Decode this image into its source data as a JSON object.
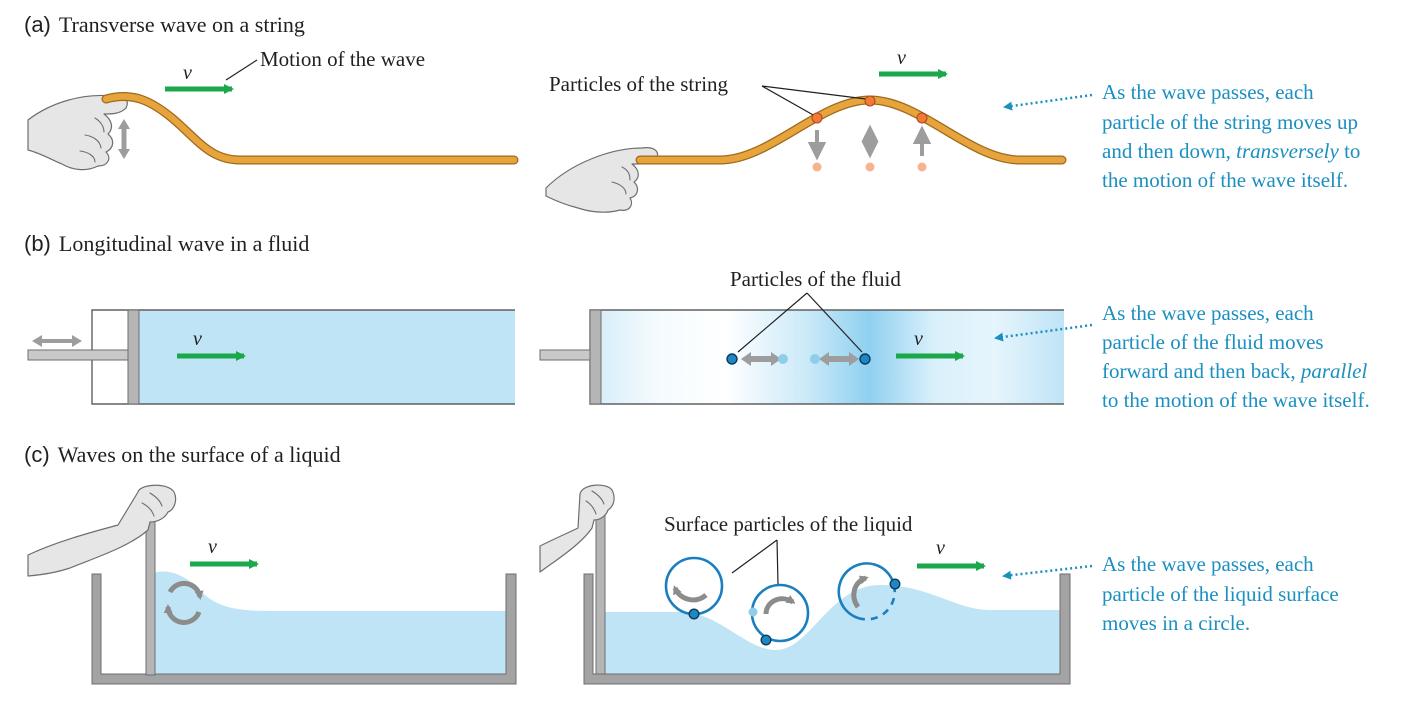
{
  "colors": {
    "accent_note": "#1a8fc0",
    "velocity_arrow": "#1aa84a",
    "string": "#e7a33c",
    "fluid": "#bde4f6",
    "particle_string": "#ef7a3a",
    "particle_fluid": "#1f87c5",
    "container": "#9a9a9a"
  },
  "icons": [
    "hand-icon",
    "velocity-arrow-icon",
    "double-arrow-icon",
    "circular-arrow-icon",
    "dotted-pointer-arrow-icon"
  ],
  "panel_a": {
    "letter": "(a)",
    "title": "Transverse wave on a string",
    "motion_label": "Motion of the wave",
    "particles_label": "Particles of the string",
    "v": "v",
    "note": [
      "As the wave passes, each",
      "particle of the string moves up",
      "and then down, ",
      "transversely",
      " to",
      "the motion of the wave itself."
    ]
  },
  "panel_b": {
    "letter": "(b)",
    "title": "Longitudinal wave in a fluid",
    "particles_label": "Particles of the fluid",
    "v": "v",
    "note": [
      "As the wave passes, each",
      "particle of the fluid moves",
      "forward and then back, ",
      "parallel",
      "to the motion of the wave itself."
    ]
  },
  "panel_c": {
    "letter": "(c)",
    "title": "Waves on the surface of a liquid",
    "particles_label": "Surface particles of the liquid",
    "v": "v",
    "note": [
      "As the wave passes, each",
      "particle of the liquid surface",
      "moves in a circle."
    ]
  }
}
